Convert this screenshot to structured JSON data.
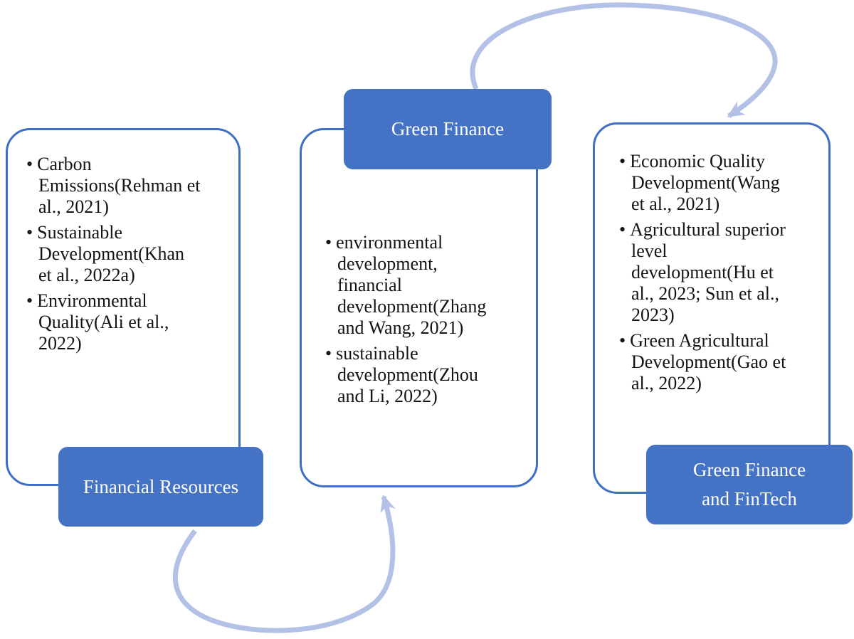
{
  "diagram": {
    "type": "literature-review-concept-diagram",
    "colors": {
      "node_fill": "#4472c4",
      "outline_stroke": "#3f6ec6",
      "arrow": "#b3c1e7",
      "label_text": "#ffffff",
      "body_text": "#141414"
    },
    "panels": [
      {
        "id": "financial-resources",
        "label_lines": [
          "Financial Resources"
        ],
        "items": [
          "Carbon Emissions(Rehman et al., 2021)",
          "Sustainable Development(Khan et al., 2022a)",
          "Environmental Quality(Ali et al., 2022)"
        ]
      },
      {
        "id": "green-finance",
        "label_lines": [
          "Green Finance"
        ],
        "items": [
          "environmental development, financial development(Zhang and Wang, 2021)",
          "sustainable development(Zhou and Li, 2022)"
        ]
      },
      {
        "id": "green-finance-and-fintech",
        "label_lines": [
          "Green Finance",
          "and FinTech"
        ],
        "items": [
          "Economic Quality Development(Wang et al., 2021)",
          "Agricultural superior level development(Hu et al., 2023; Sun et al., 2023)",
          "Green Agricultural Development(Gao et al., 2022)"
        ]
      }
    ],
    "arrows": [
      {
        "id": "green-finance-to-fintech-panel"
      },
      {
        "id": "financial-resources-to-green-finance-panel"
      }
    ]
  }
}
